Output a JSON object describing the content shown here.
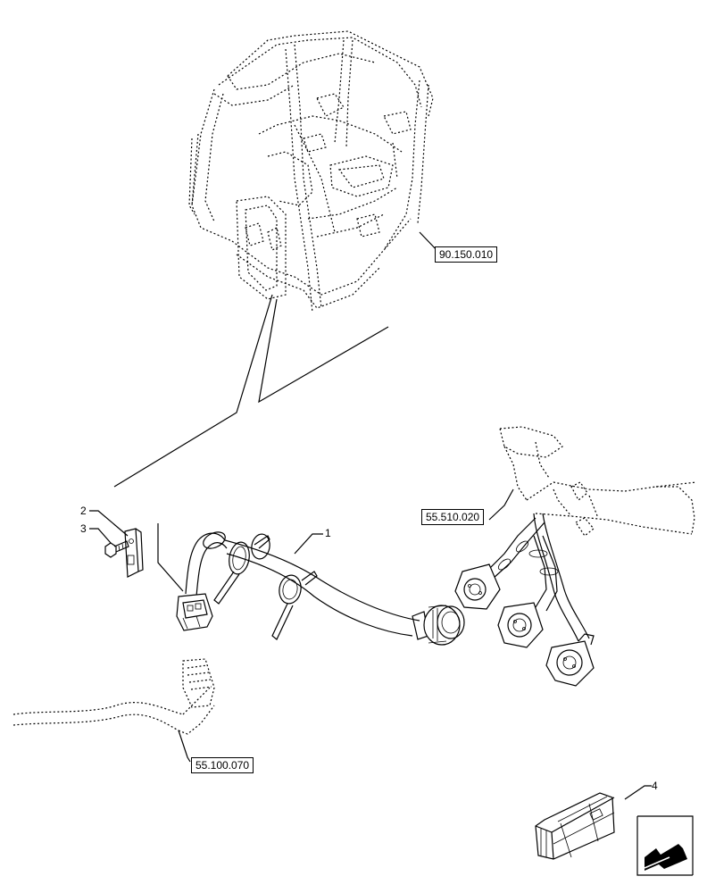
{
  "references": {
    "cab": "90.150.010",
    "harness_main": "55.510.020",
    "harness_lower": "55.100.070"
  },
  "callouts": {
    "item1": "1",
    "item2": "2",
    "item3": "3",
    "item4": "4"
  },
  "icons": {
    "kit": "crate-icon",
    "nav": "arrow-corner-icon"
  }
}
